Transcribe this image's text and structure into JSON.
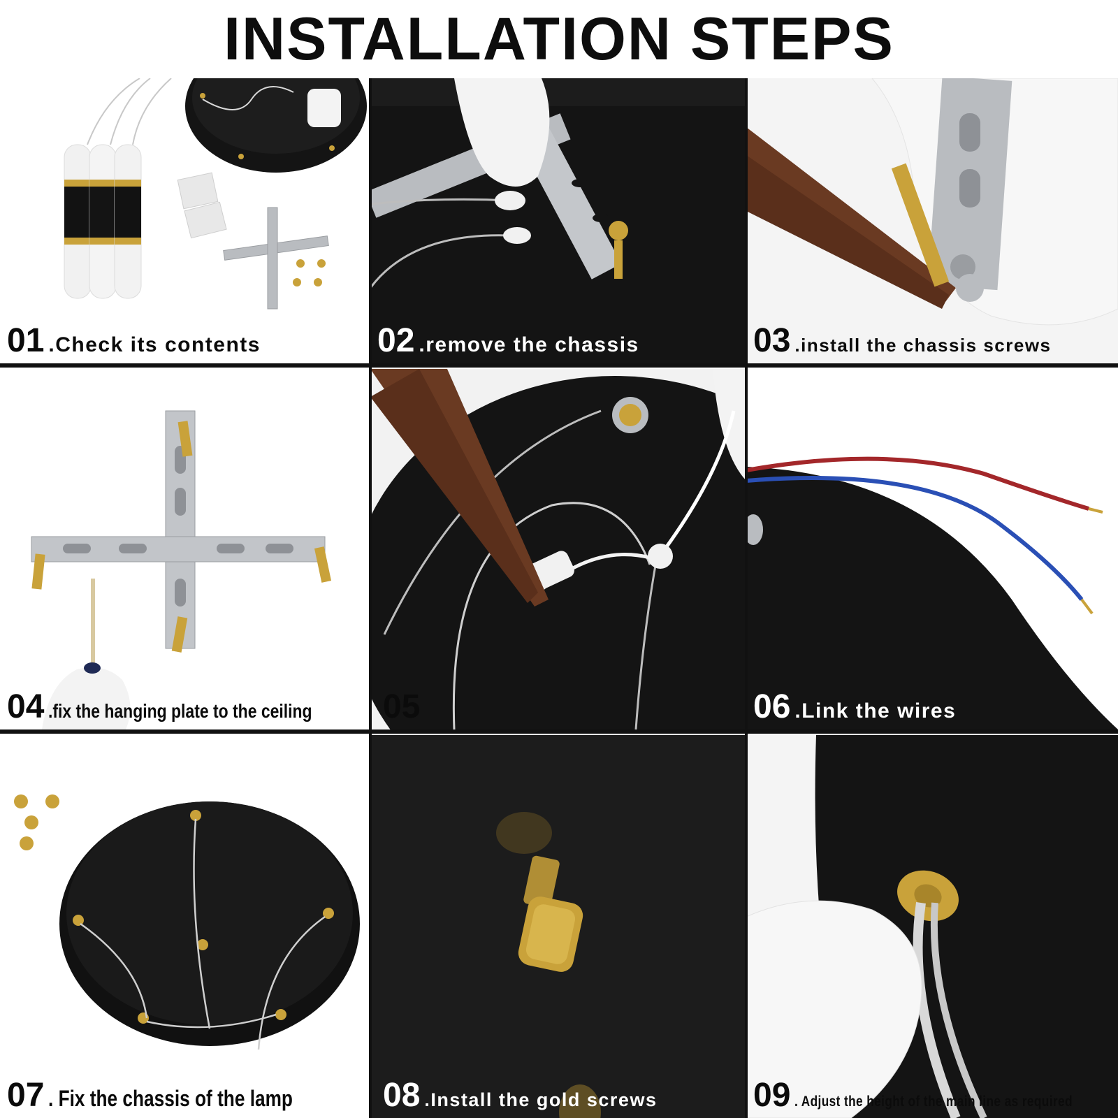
{
  "title": "INSTALLATION STEPS",
  "steps": [
    {
      "num": "01",
      "text": ".Check its contents"
    },
    {
      "num": "02",
      "text": ".remove the chassis"
    },
    {
      "num": "03",
      "text": ".install the chassis screws"
    },
    {
      "num": "04",
      "text": ".fix the hanging plate to the ceiling"
    },
    {
      "num": "05",
      "text": ""
    },
    {
      "num": "06",
      "text": ".Link the wires"
    },
    {
      "num": "07",
      "text": ". Fix the chassis of the lamp"
    },
    {
      "num": "08",
      "text": ".Install the gold screws"
    },
    {
      "num": "09",
      "text": ". Adjust the height of the main line as required"
    }
  ],
  "colors": {
    "black_panel": "#141414",
    "gold": "#c9a23a",
    "silver": "#b9bcc0",
    "white_glove": "#f3f3f3",
    "red_wire": "#a3272a",
    "blue_wire": "#2a4fb5"
  }
}
